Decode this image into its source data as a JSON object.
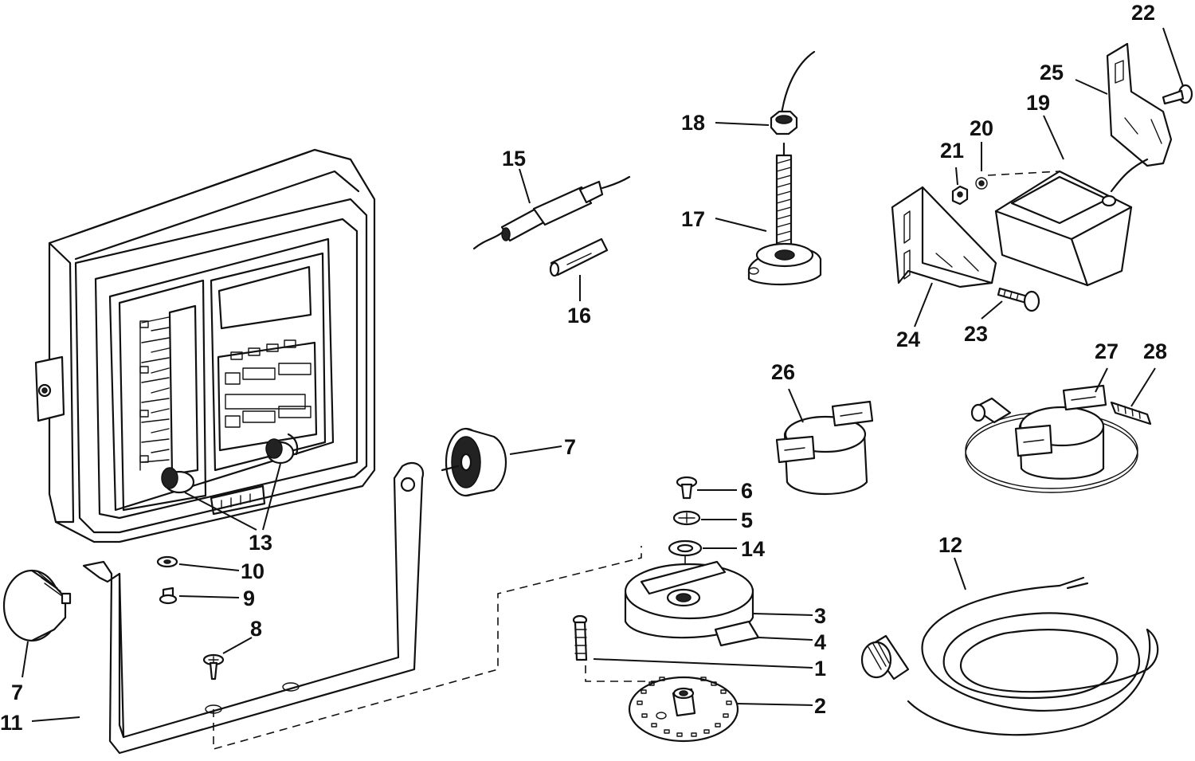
{
  "callouts": [
    {
      "id": "c1",
      "label": "1"
    },
    {
      "id": "c2",
      "label": "2"
    },
    {
      "id": "c3",
      "label": "3"
    },
    {
      "id": "c4",
      "label": "4"
    },
    {
      "id": "c5",
      "label": "5"
    },
    {
      "id": "c6",
      "label": "6"
    },
    {
      "id": "c7a",
      "label": "7"
    },
    {
      "id": "c7b",
      "label": "7"
    },
    {
      "id": "c8",
      "label": "8"
    },
    {
      "id": "c9",
      "label": "9"
    },
    {
      "id": "c10",
      "label": "10"
    },
    {
      "id": "c11",
      "label": "11"
    },
    {
      "id": "c12",
      "label": "12"
    },
    {
      "id": "c13",
      "label": "13"
    },
    {
      "id": "c14",
      "label": "14"
    },
    {
      "id": "c15",
      "label": "15"
    },
    {
      "id": "c16",
      "label": "16"
    },
    {
      "id": "c17",
      "label": "17"
    },
    {
      "id": "c18",
      "label": "18"
    },
    {
      "id": "c19",
      "label": "19"
    },
    {
      "id": "c20",
      "label": "20"
    },
    {
      "id": "c21",
      "label": "21"
    },
    {
      "id": "c22",
      "label": "22"
    },
    {
      "id": "c23",
      "label": "23"
    },
    {
      "id": "c24",
      "label": "24"
    },
    {
      "id": "c25",
      "label": "25"
    },
    {
      "id": "c26",
      "label": "26"
    },
    {
      "id": "c27",
      "label": "27"
    },
    {
      "id": "c28",
      "label": "28"
    }
  ]
}
